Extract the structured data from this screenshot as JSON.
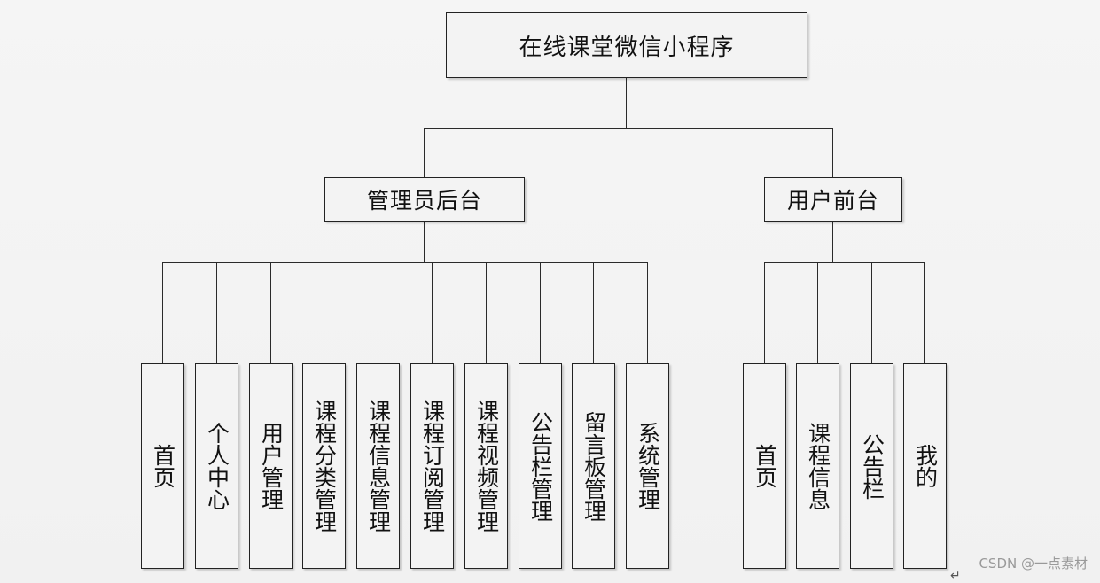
{
  "root": "在线课堂微信小程序",
  "admin": {
    "title": "管理员后台",
    "items": [
      "首页",
      "个人中心",
      "用户管理",
      "课程分类管理",
      "课程信息管理",
      "课程订阅管理",
      "课程视频管理",
      "公告栏管理",
      "留言板管理",
      "系统管理"
    ]
  },
  "user": {
    "title": "用户前台",
    "items": [
      "首页",
      "课程信息",
      "公告栏",
      "我的"
    ]
  },
  "watermark": "CSDN @一点素材",
  "return_mark": "↵"
}
